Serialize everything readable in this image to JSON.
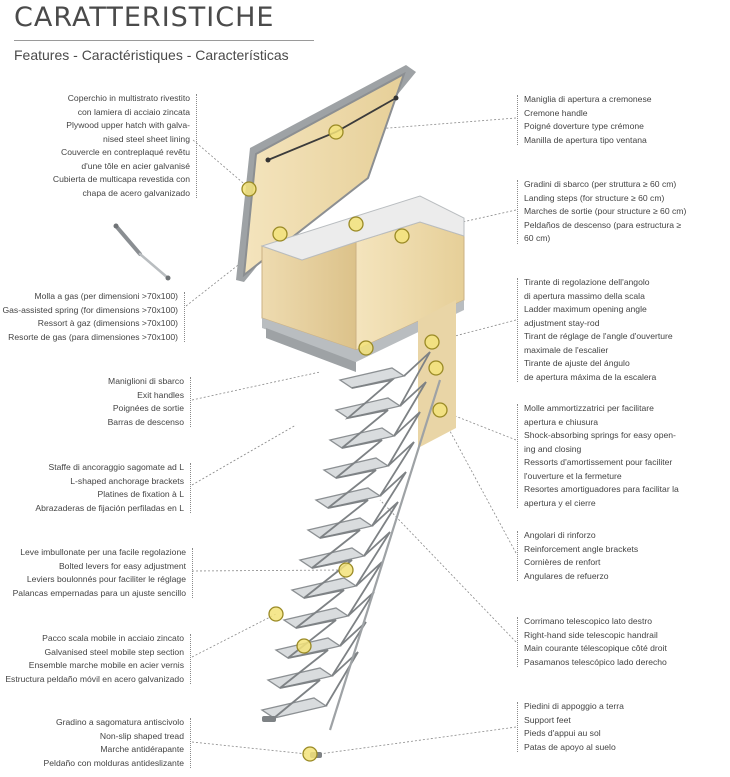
{
  "header": {
    "title": "CARATTERISTICHE",
    "subtitle": "Features - Caractéristiques - Características"
  },
  "left_groups": [
    {
      "id": "cover",
      "lines": [
        "Coperchio in multistrato rivestito",
        "con lamiera di acciaio zincata",
        "Plywood upper hatch with galva-",
        "nised steel sheet lining",
        "Couvercle en contreplaqué revêtu",
        "d'une tôle en acier galvanisé",
        "Cubierta de multicapa revestida con",
        "chapa de acero galvanizado"
      ]
    },
    {
      "id": "spring",
      "lines": [
        "Molla a gas (per dimensioni >70x100)",
        "Gas-assisted spring (for dimensions >70x100)",
        "Ressort à gaz (dimensions >70x100)",
        "Resorte de gas (para dimensiones >70x100)"
      ]
    },
    {
      "id": "handles",
      "lines": [
        "Maniglioni di sbarco",
        "Exit handles",
        "Poignées de sortie",
        "Barras de descenso"
      ]
    },
    {
      "id": "brackets",
      "lines": [
        "Staffe di ancoraggio sagomate ad L",
        "L-shaped anchorage brackets",
        "Platines de fixation à L",
        "Abrazaderas de fijación perfiladas en L"
      ]
    },
    {
      "id": "levers",
      "lines": [
        "Leve imbullonate per una facile regolazione",
        "Bolted levers for easy adjustment",
        "Leviers boulonnés pour faciliter le réglage",
        "Palancas empernadas para un ajuste sencillo"
      ]
    },
    {
      "id": "steps",
      "lines": [
        "Pacco scala mobile in acciaio zincato",
        "Galvanised steel mobile step section",
        "Ensemble marche mobile en acier vernis",
        "Estructura peldaño móvil en acero galvanizado"
      ]
    },
    {
      "id": "tread",
      "lines": [
        "Gradino a sagomatura antiscivolo",
        "Non-slip shaped tread",
        "Marche antidérapante",
        "Peldaño con molduras antideslizante"
      ]
    }
  ],
  "right_groups": [
    {
      "id": "handle",
      "lines": [
        "Maniglia di apertura a cremonese",
        "Cremone handle",
        "Poigné doverture type crémone",
        "Manilla de apertura tipo ventana"
      ]
    },
    {
      "id": "landing",
      "lines": [
        "Gradini di sbarco (per struttura ≥ 60 cm)",
        "Landing steps (for structure ≥ 60 cm)",
        "Marches de sortie (pour structure ≥ 60 cm)",
        "Peldaños de descenso (para estructura ≥",
        "60 cm)"
      ]
    },
    {
      "id": "stayrod",
      "lines": [
        "Tirante di regolazione dell'angolo",
        "di apertura massimo della scala",
        "Ladder maximum opening angle",
        "adjustment stay-rod",
        "Tirant de réglage de l'angle d'ouverture",
        "maximale de l'escalier",
        "Tirante de ajuste del ángulo",
        "de apertura máxima de la escalera"
      ]
    },
    {
      "id": "shock",
      "lines": [
        "Molle ammortizzatrici per facilitare",
        "apertura e chiusura",
        "Shock-absorbing springs for easy open-",
        "ing and closing",
        "Ressorts d'amortissement pour faciliter",
        "l'ouverture et la fermeture",
        "Resortes amortiguadores para facilitar la",
        "apertura y el cierre"
      ]
    },
    {
      "id": "angles",
      "lines": [
        "Angolari di rinforzo",
        "Reinforcement angle brackets",
        "Cornières de renfort",
        "Angulares de refuerzo"
      ]
    },
    {
      "id": "handrail",
      "lines": [
        "Corrimano telescopico lato destro",
        "Right-hand side telescopic handrail",
        "Main courante télescopique côté droit",
        "Pasamanos telescópico lado derecho"
      ]
    },
    {
      "id": "feet",
      "lines": [
        "Piedini di appoggio a terra",
        "Support feet",
        "Pieds d'appui au sol",
        "Patas de apoyo al suelo"
      ]
    }
  ],
  "colors": {
    "wood": "#f1dfb3",
    "metal": "#b9bdc0",
    "marker_fill": "#f3e37a",
    "marker_stroke": "#9a8a25",
    "leader": "#8a8a8a"
  }
}
